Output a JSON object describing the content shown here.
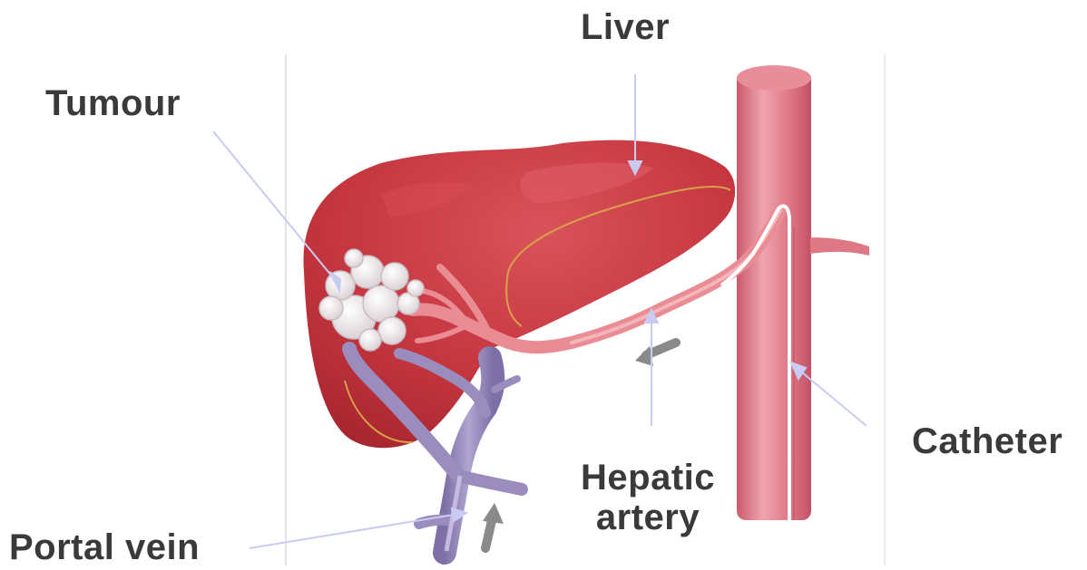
{
  "labels": {
    "liver": "Liver",
    "tumour": "Tumour",
    "catheter": "Catheter",
    "hepatic_line1": "Hepatic",
    "hepatic_line2": "artery",
    "portal_vein": "Portal vein"
  },
  "colors": {
    "liver_dark": "#b8323a",
    "liver_mid": "#cf4047",
    "liver_highlight": "#e06a70",
    "liver_outline": "#d9a04a",
    "aorta": "#e0707e",
    "aorta_light": "#f0a4ae",
    "artery": "#e98c94",
    "portal_vein": "#9a8cbc",
    "tumour": "#f1ecee",
    "pointer_line": "#c9cbf2",
    "flow_arrow": "#8a8a8a",
    "label_text": "#3a3a3a"
  }
}
